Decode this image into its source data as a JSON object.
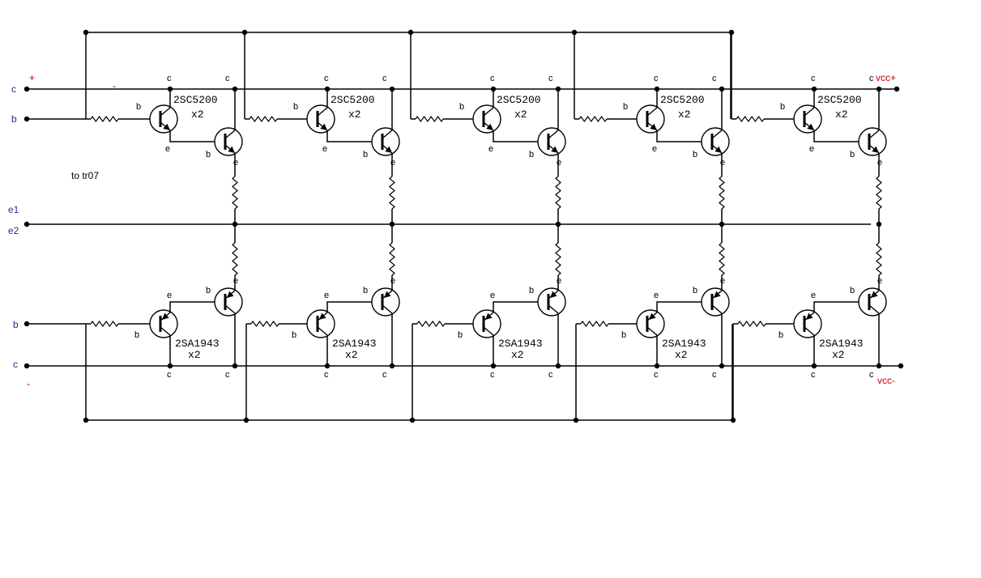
{
  "colors": {
    "wire": "#000000",
    "terminal_blue": "#1f2f8f",
    "terminal_red": "#cc0000"
  },
  "terminals": {
    "top_c": "c",
    "top_b": "b",
    "e1": "e1",
    "e2": "e2",
    "bottom_b": "b",
    "bottom_c": "c",
    "plus": "+",
    "minus_top": "-",
    "minus_bottom": "-",
    "vcc_plus": "vcc+",
    "vcc_minus": "vcc-"
  },
  "note": "to tr07",
  "pins": {
    "base": "b",
    "collector": "c",
    "emitter": "e"
  },
  "top_stages": [
    {
      "part": "2SC5200",
      "qty": "x2"
    },
    {
      "part": "2SC5200",
      "qty": "x2"
    },
    {
      "part": "2SC5200",
      "qty": "x2"
    },
    {
      "part": "2SC5200",
      "qty": "x2"
    },
    {
      "part": "2SC5200",
      "qty": "x2"
    }
  ],
  "bottom_stages": [
    {
      "part": "2SA1943",
      "qty": "x2"
    },
    {
      "part": "2SA1943",
      "qty": "x2"
    },
    {
      "part": "2SA1943",
      "qty": "x2"
    },
    {
      "part": "2SA1943",
      "qty": "x2"
    },
    {
      "part": "2SA1943",
      "qty": "x2"
    }
  ]
}
